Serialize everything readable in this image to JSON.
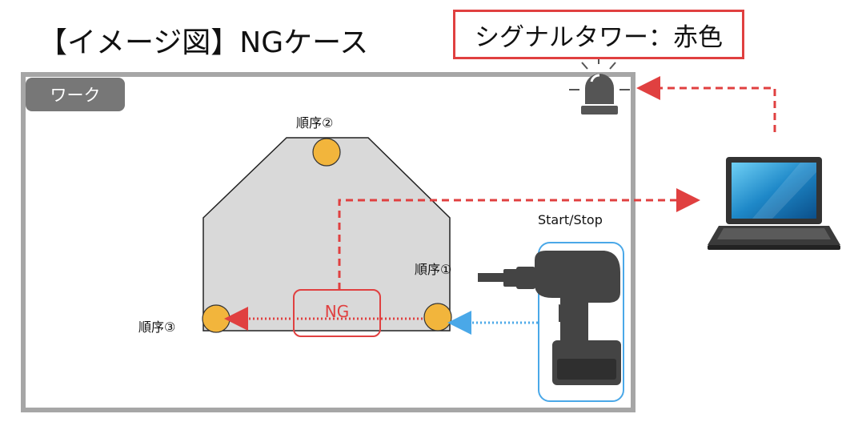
{
  "title": "【イメージ図】NGケース",
  "signal_tower": {
    "label": "シグナルタワー：赤色",
    "state_color": "#e04040"
  },
  "work": {
    "label": "ワーク"
  },
  "sequence": {
    "step1": "順序①",
    "step2": "順序②",
    "step3": "順序③"
  },
  "result": {
    "label": "NG",
    "color": "#e04040"
  },
  "tool": {
    "label": "Start/Stop",
    "icon": "impact-driver-icon"
  },
  "pc": {
    "icon": "laptop-icon"
  },
  "colors": {
    "signal_line": "#e04040",
    "tool_line": "#4aa8e8",
    "work_fill": "#d9d9d9",
    "bolt": "#f2b53c",
    "frame": "#a6a6a6"
  }
}
